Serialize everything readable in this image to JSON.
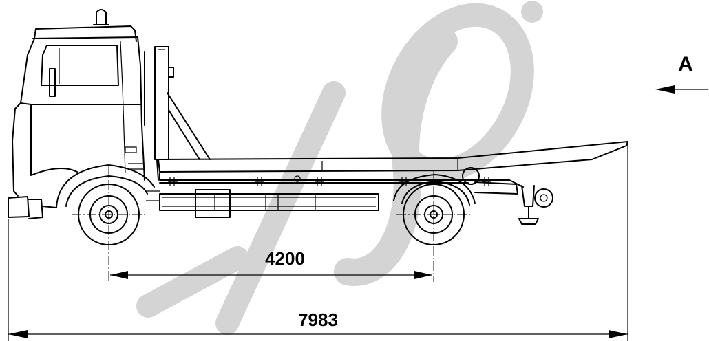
{
  "dimensions": {
    "wheelbase": "4200",
    "overall_length": "7983"
  },
  "view_label": "A",
  "watermark": {
    "color": "#d4d4d4"
  }
}
